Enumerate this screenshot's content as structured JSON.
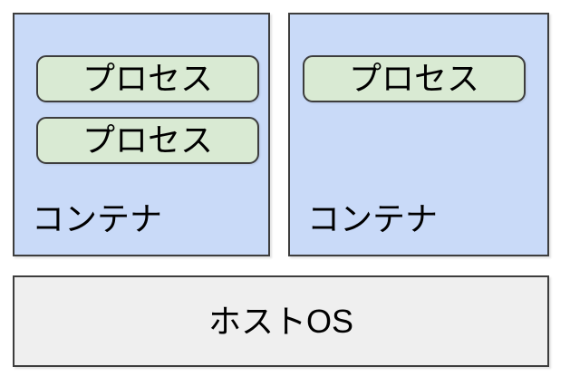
{
  "containers": [
    {
      "label": "コンテナ",
      "processes": [
        "プロセス",
        "プロセス"
      ]
    },
    {
      "label": "コンテナ",
      "processes": [
        "プロセス"
      ]
    }
  ],
  "host": {
    "label": "ホストOS"
  },
  "colors": {
    "container_fill": "#c9daf8",
    "process_fill": "#d9ead3",
    "host_fill": "#efefef",
    "border": "#3d3d3d",
    "text": "#000000",
    "background": "#ffffff"
  }
}
